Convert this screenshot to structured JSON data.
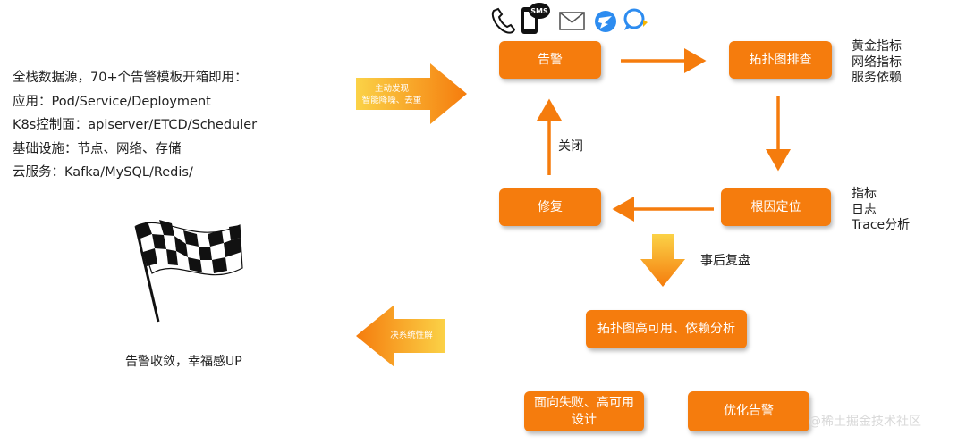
{
  "left_panel": {
    "lines": [
      "全栈数据源，70+个告警模板开箱即用：",
      "应用：Pod/Service/Deployment",
      "K8s控制面：apiserver/ETCD/Scheduler",
      "基础设施：节点、网络、存储",
      "云服务：Kafka/MySQL/Redis/"
    ]
  },
  "big_arrow_right": {
    "line1": "主动发现",
    "line2": "智能降噪、去重"
  },
  "big_arrow_left": {
    "text": "决系统性解"
  },
  "flag_caption": "告警收敛，幸福感UP",
  "notify_icons": {
    "sms_label": "SMS",
    "icons": [
      "phone-icon",
      "sms-phone-icon",
      "mail-icon",
      "dingtalk-icon",
      "chat-bubble-icon"
    ]
  },
  "boxes": {
    "alert": "告警",
    "topology_check": "拓扑图排查",
    "root_cause": "根因定位",
    "repair": "修复",
    "topology_ha": "拓扑图高可用、依赖分析",
    "failure_design_line1": "面向失败、高可用",
    "failure_design_line2": "设计",
    "optimize_alert": "优化告警"
  },
  "topology_list": [
    "黄金指标",
    "网络指标",
    "服务依赖"
  ],
  "root_cause_list": [
    "指标",
    "日志",
    "Trace分析"
  ],
  "labels": {
    "close": "关闭",
    "review": "事后复盘"
  },
  "watermark": "@稀土掘金技术社区",
  "colors": {
    "accent": "#f57c0d",
    "arrow_gradient_start": "#fbd247",
    "arrow_gradient_end": "#f57c0d"
  }
}
